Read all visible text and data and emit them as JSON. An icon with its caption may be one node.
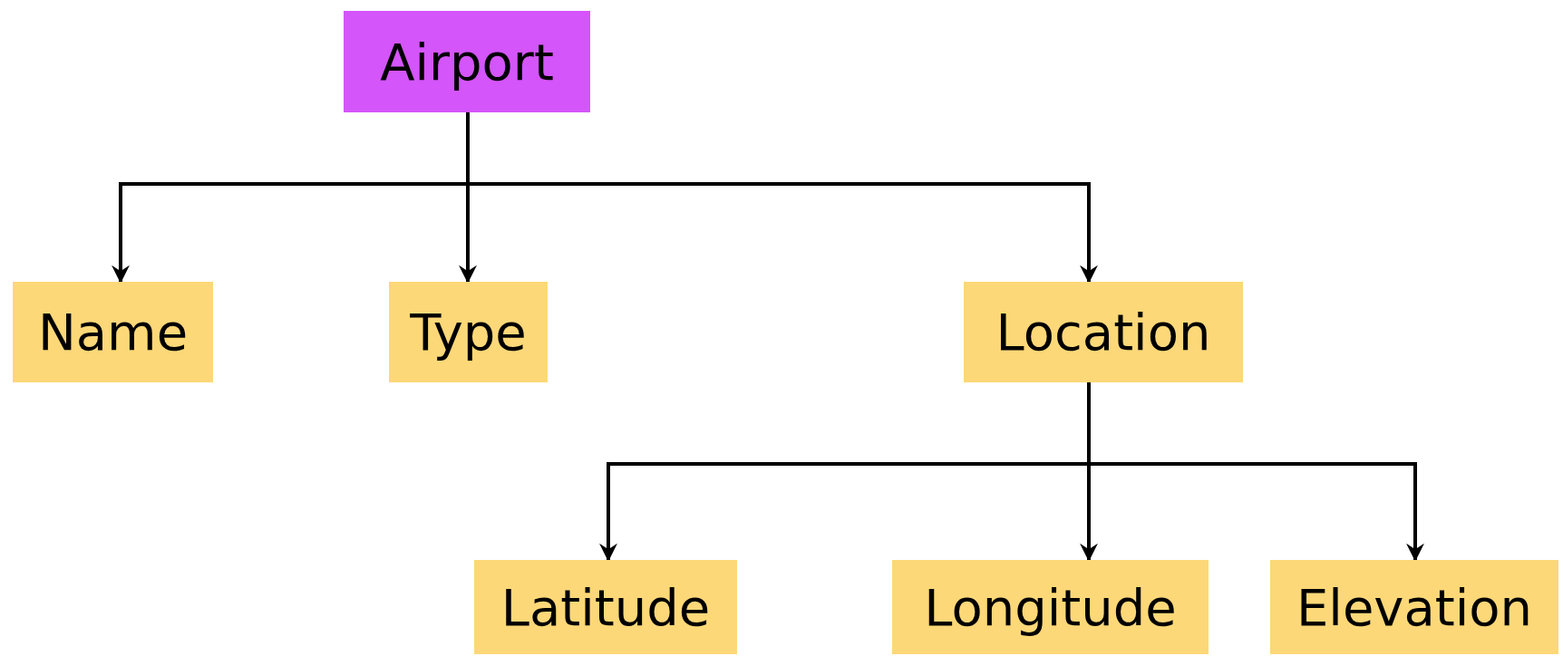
{
  "diagram": {
    "nodes": [
      {
        "text": [
          "Airport"
        ]
      },
      {
        "text": [
          "Name"
        ]
      },
      {
        "text": [
          "Type"
        ]
      },
      {
        "text": [
          "Location"
        ]
      },
      {
        "text": [
          "Latitude"
        ]
      },
      {
        "text": [
          "Longitude"
        ]
      },
      {
        "text": [
          "Elevation"
        ]
      }
    ],
    "edges": [
      {
        "from": 0,
        "to": 1,
        "arrow": "to"
      },
      {
        "from": 0,
        "to": 2,
        "arrow": "to"
      },
      {
        "from": 0,
        "to": 3,
        "arrow": "to"
      },
      {
        "from": 3,
        "to": 4,
        "arrow": "to"
      },
      {
        "from": 3,
        "to": 5,
        "arrow": "to"
      },
      {
        "from": 3,
        "to": 6,
        "arrow": "to"
      }
    ]
  }
}
